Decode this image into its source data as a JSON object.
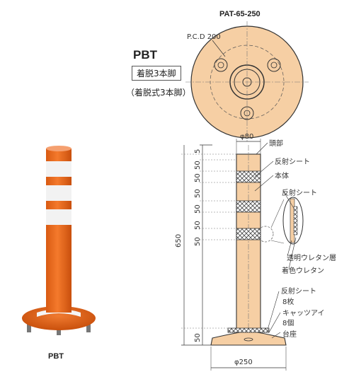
{
  "header": {
    "model_code": "PAT-65-250"
  },
  "product": {
    "series": "PBT",
    "type_boxed": "着脱3本脚",
    "type_paren": "（着脱式3本脚）",
    "photo_caption": "PBT"
  },
  "top_view": {
    "pcd_label": "P.C.D 200"
  },
  "dimensions": {
    "top_diameter": "φ80",
    "base_diameter": "φ250",
    "overall_height": "650",
    "segments": [
      "5",
      "50",
      "50",
      "50",
      "50",
      "50",
      "50"
    ],
    "base_height": "50"
  },
  "callouts": {
    "head": "頭部",
    "reflective_sheet_1": "反射シート",
    "body": "本体",
    "reflective_sheet_2": "反射シート",
    "clear_urethane_layer": "透明ウレタン層",
    "colored_urethane": "着色ウレタン",
    "reflective_sheet_3": "反射シート",
    "sheet_count": "8枚",
    "cats_eye": "キャッツアイ",
    "cats_eye_count": "8個",
    "base": "台座"
  },
  "colors": {
    "post_orange": "#ee6a1c",
    "drawing_fill": "#f6cfa4",
    "reflective_white": "#f2f2f2",
    "line": "#333333"
  }
}
